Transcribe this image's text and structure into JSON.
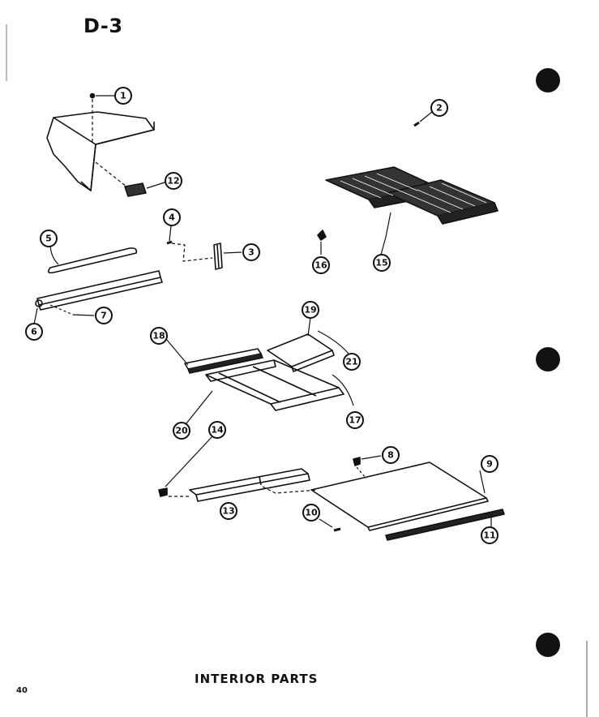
{
  "header": {
    "section_code": "D-3"
  },
  "footer": {
    "title": "INTERIOR PARTS",
    "page_number": "40"
  },
  "callouts": {
    "c1": "1",
    "c2": "2",
    "c3": "3",
    "c4": "4",
    "c5": "5",
    "c6": "6",
    "c7": "7",
    "c8": "8",
    "c9": "9",
    "c10": "10",
    "c11": "11",
    "c12": "12",
    "c13": "13",
    "c14": "14",
    "c15": "15",
    "c16": "16",
    "c17": "17",
    "c18": "18",
    "c19": "19",
    "c20": "20",
    "c21": "21"
  },
  "colors": {
    "ink": "#111111",
    "paper": "#ffffff"
  }
}
